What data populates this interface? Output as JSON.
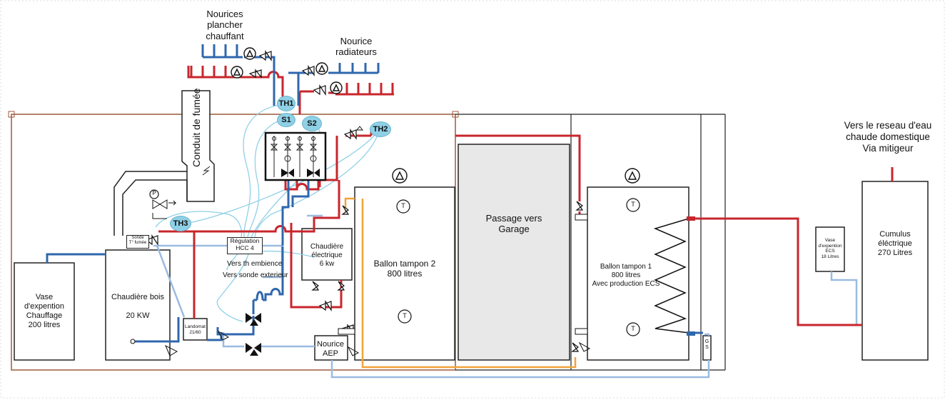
{
  "labels": {
    "nourices_plancher": "Nourices\nplancher\nchauffant",
    "nourice_radiateurs": "Nourice\nradiateurs",
    "conduit_fumee": "Conduit de fumée",
    "vers_reseau": "Vers le reseau d'eau\nchaude domestique\nVia mitigeur",
    "vase_chauffage": "Vase\nd'expention\nChauffage\n200 litres",
    "chaudiere_bois": "Chaudière bois\n\n20 KW",
    "regulation": "Régulation\nHCC 4",
    "vers_th_ambience": "Vers th embience",
    "vers_sonde_ext": "Vers sonde exterieur",
    "chaudiere_elec": "Chaudière\nélectrique\n6 kw",
    "ballon_tampon2": "Ballon tampon 2\n800 litres",
    "passage_garage": "Passage vers\nGarage",
    "ballon_tampon1": "Ballon tampon 1\n800 litres\nAvec production ECS",
    "vase_ecs": "Vase\nd'expention\nECS\n18 Litres",
    "cumulus": "Cumulus\néléctrique\n270 Litres",
    "landomat": "Landomat\n21/60",
    "sonde_fumee": "Sonde\nT° fumée",
    "nourice_aep": "Nourice\nAEP",
    "gs": "G\nS",
    "t_symbol": "T",
    "p_symbol": "P"
  },
  "sensors": {
    "th1": "TH1",
    "s1": "S1",
    "s2": "S2",
    "th2": "TH2",
    "th3": "TH3"
  },
  "colors": {
    "hot": "#c8262d",
    "cold": "#2f67ad",
    "signal": "#8fd0e6",
    "orange": "#f2a33a",
    "return_light": "#9bbbe0",
    "wall": "#9c5a3c",
    "garage_fill": "#e8e8e8",
    "ecs_hot": "#e8574f"
  }
}
